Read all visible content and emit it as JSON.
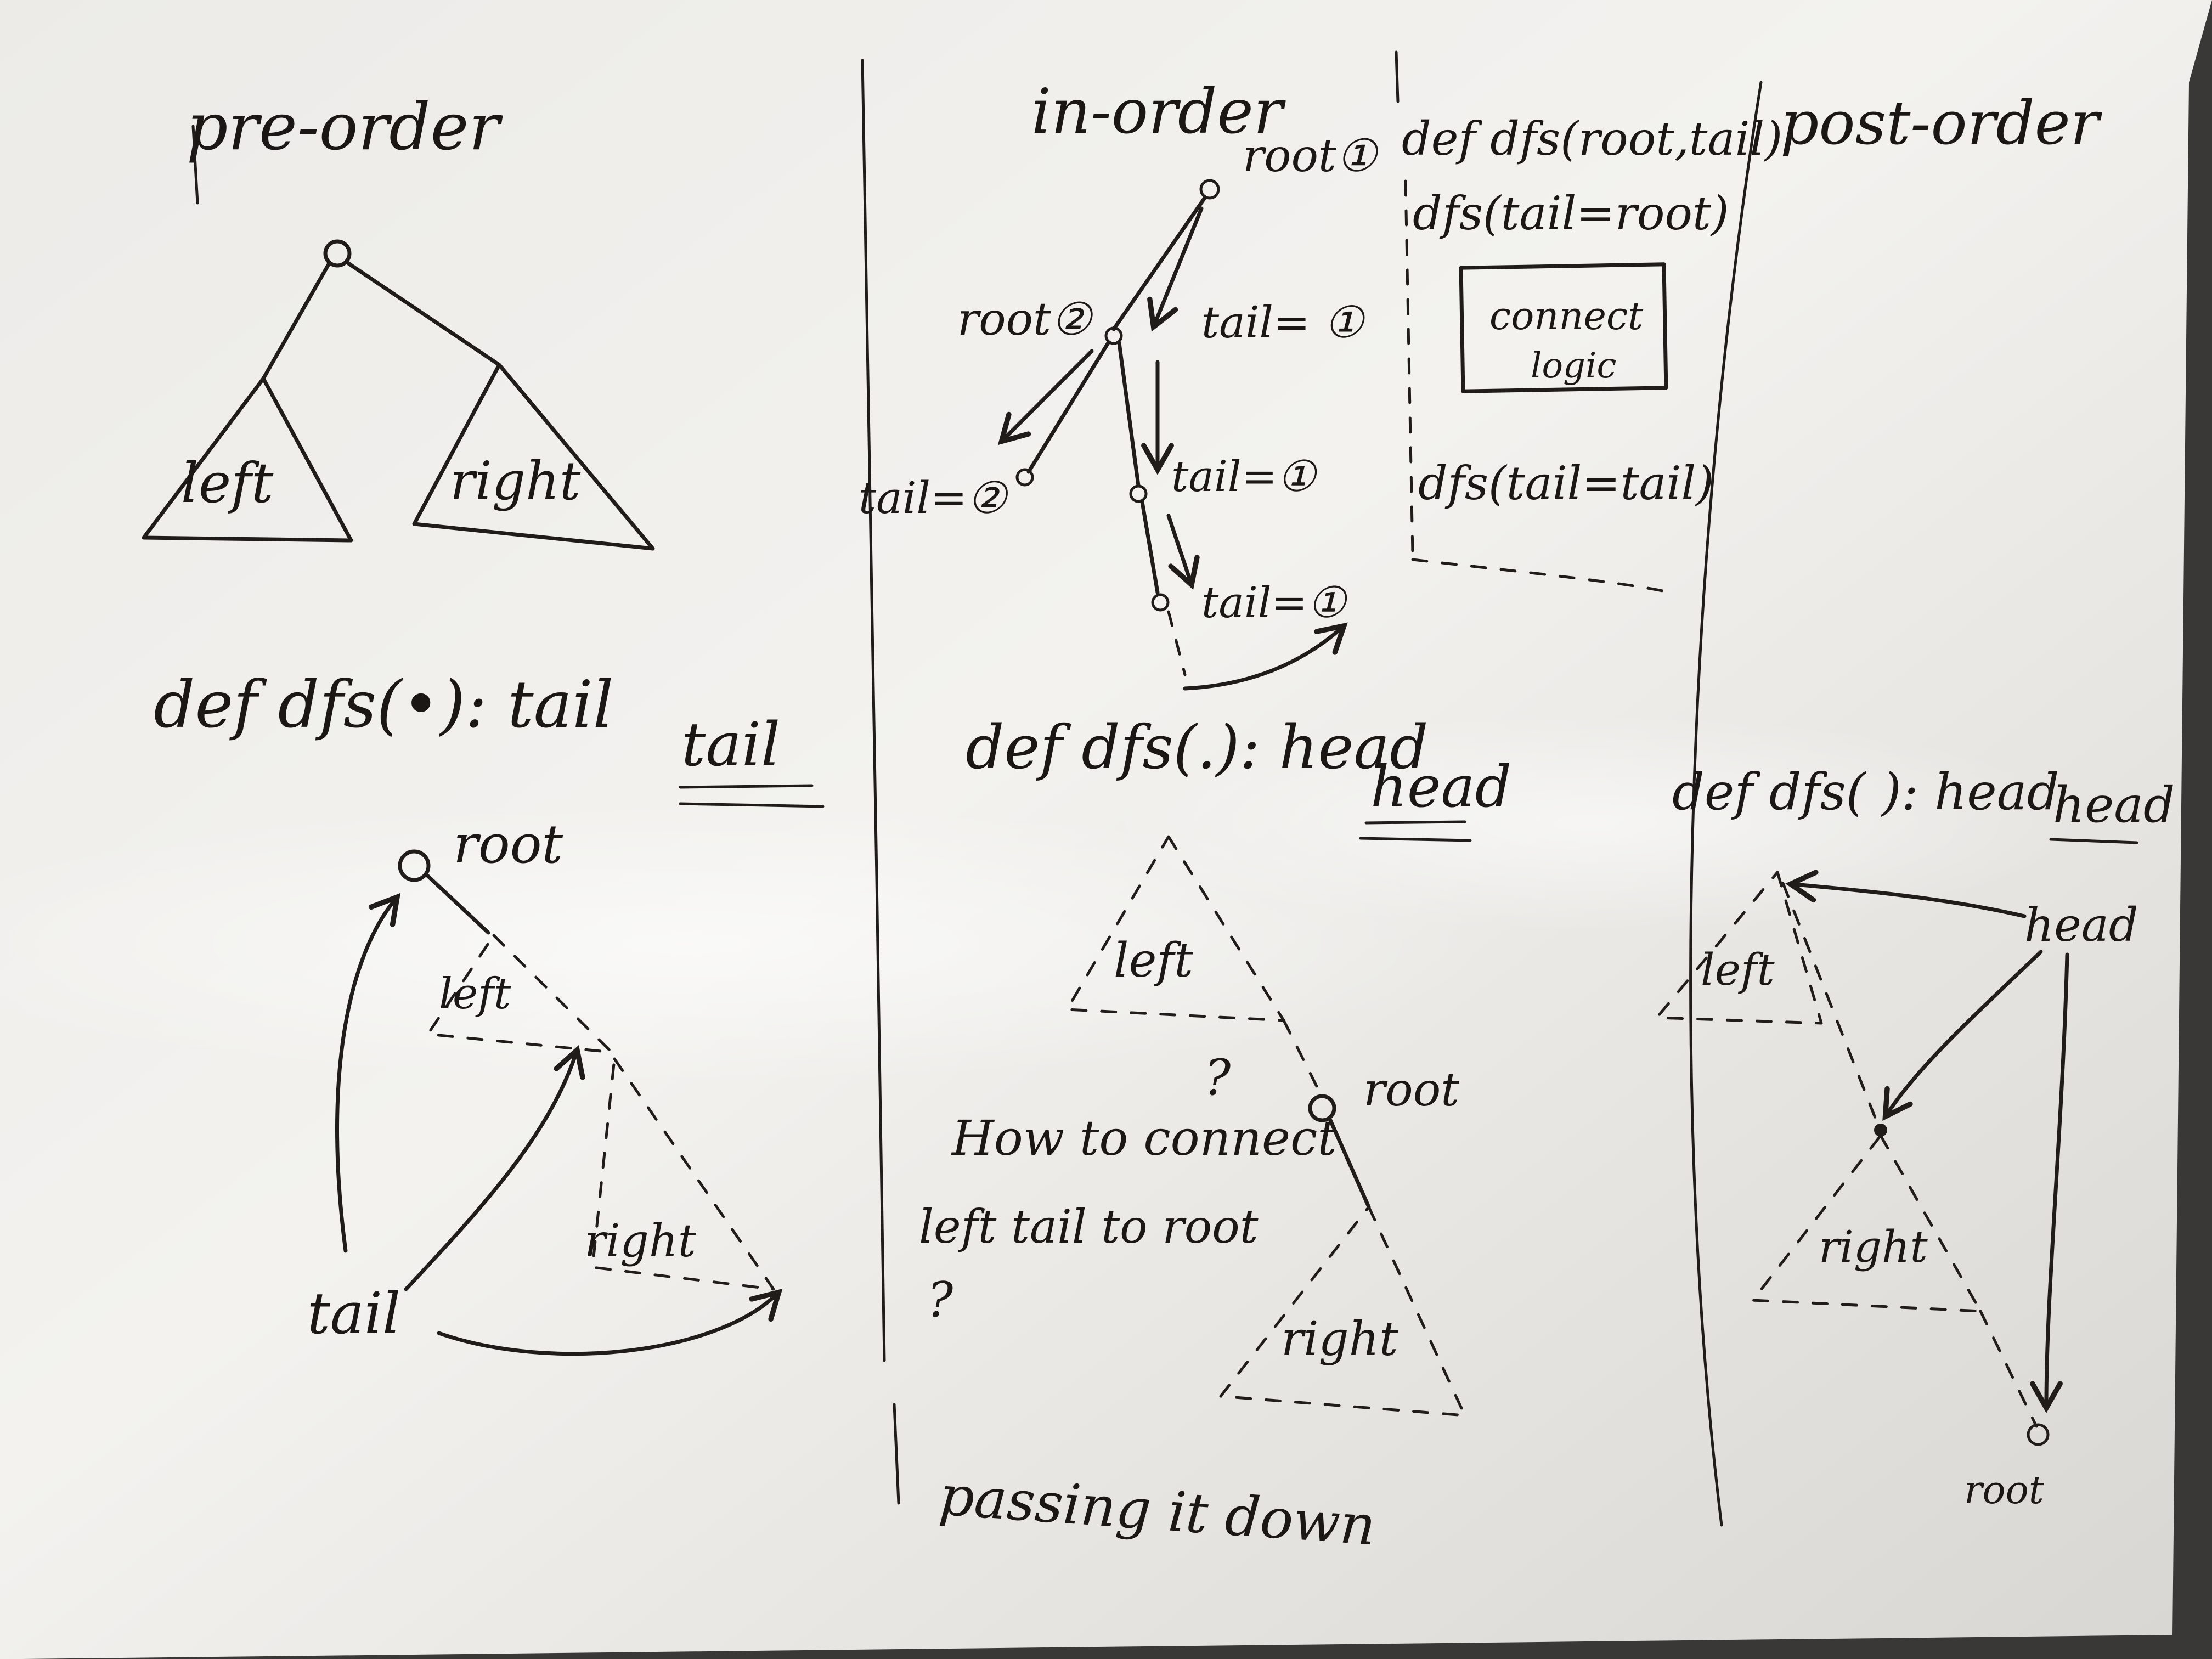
{
  "board": {
    "colors": {
      "ink": "#1f1c1a",
      "board_light": "#f2f1ee",
      "board_shadow": "#cfcdc9",
      "frame": "#3a3836"
    },
    "preorder": {
      "title": "pre-order",
      "tree_left": "left",
      "tree_right": "right",
      "signature": "def dfs(•): tail",
      "return_word": "tail",
      "root_label": "root",
      "sub_left": "left",
      "sub_right": "right",
      "tail_label": "tail"
    },
    "inorder": {
      "title": "in-order",
      "root1": "root①",
      "root2": "root②",
      "tail_eq_1a": "tail= ①",
      "tail_eq_2": "tail=②",
      "tail_eq_1b": "tail=①",
      "tail_eq_1c": "tail=①",
      "signature": "def dfs(.): head",
      "return_word": "head",
      "sub_left": "left",
      "question_mark": "?",
      "root_label": "root",
      "question_line1": "How to connect",
      "question_line2": "left tail to root",
      "question_mark2": "?",
      "sub_right": "right",
      "note": "passing it down"
    },
    "code_box": {
      "line1": "def dfs(root,tail)",
      "line2": "dfs(tail=root)",
      "box_line1": "connect",
      "box_line2": "logic",
      "line3": "dfs(tail=tail)"
    },
    "postorder": {
      "title": "post-order",
      "signature": "def dfs( ): head",
      "return_word": "head",
      "head_label": "head",
      "sub_left": "left",
      "sub_right": "right",
      "root_label": "root"
    }
  }
}
